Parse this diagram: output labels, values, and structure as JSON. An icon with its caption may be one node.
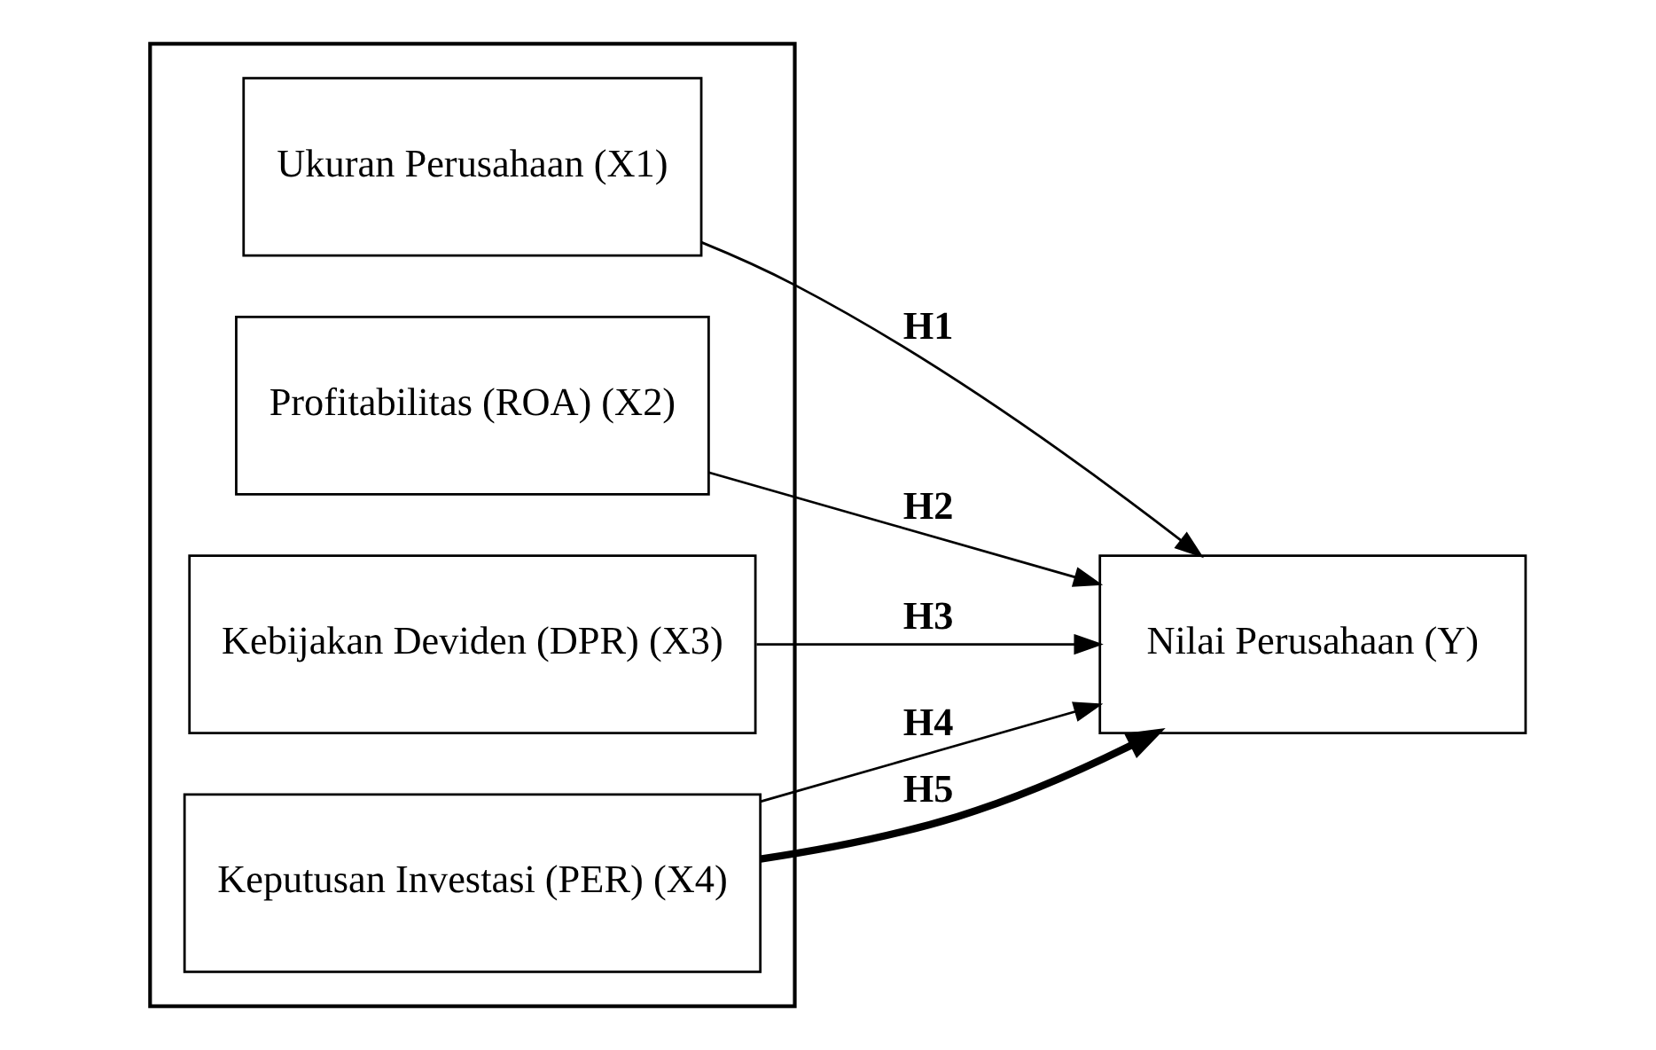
{
  "diagram": {
    "nodes": [
      {
        "text": [],
        "shape": "box"
      },
      {
        "text": [
          "Ukuran Perusahaan (X1)"
        ],
        "in": 0
      },
      {
        "text": [
          "Profitabilitas (ROA) (X2)"
        ],
        "in": 0
      },
      {
        "text": [
          "Kebijakan Deviden (DPR) (X3)"
        ],
        "in": 0
      },
      {
        "text": [
          "Keputusan Investasi (PER) (X4)"
        ],
        "in": 0
      },
      {
        "text": [
          "Nilai Perusahaan (Y)"
        ]
      }
    ],
    "edges": [
      {
        "from": 1,
        "to": 5,
        "arrow": "to",
        "label": "H1"
      },
      {
        "from": 2,
        "to": 5,
        "arrow": "to",
        "label": "H2"
      },
      {
        "from": 3,
        "to": 5,
        "arrow": "to",
        "label": "H3"
      },
      {
        "from": 4,
        "to": 5,
        "arrow": "to",
        "label": "H4"
      },
      {
        "from": 4,
        "to": 5,
        "arrow": "to",
        "label": "H5",
        "style": "thick"
      }
    ]
  }
}
